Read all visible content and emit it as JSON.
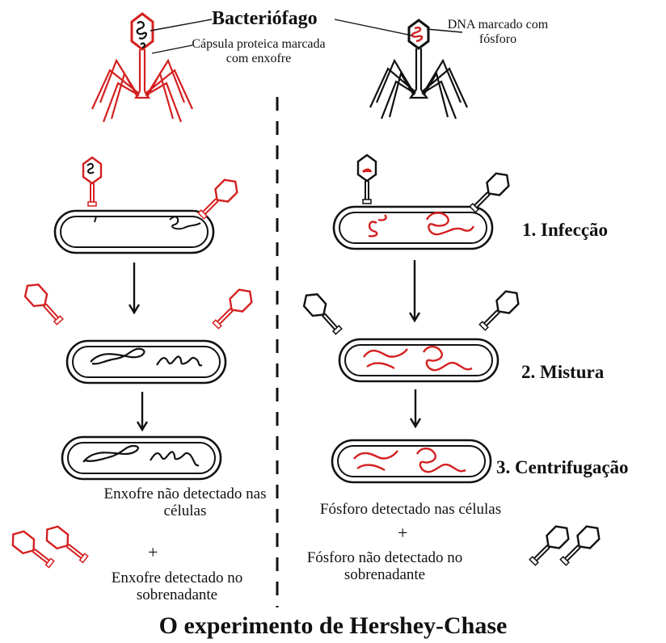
{
  "header": {
    "phage_label": "Bacteriófago",
    "capsule_label": "Cápsula proteica marcada com enxofre",
    "dna_label": "DNA marcado com fósforo"
  },
  "steps": {
    "infection": "1. Infecção",
    "mixing": "2. Mistura",
    "centrifugation": "3. Centrifugação"
  },
  "results_left": {
    "line1": "Enxofre não detectado nas células",
    "plus": "+",
    "line2": "Enxofre detectado no sobrenadante"
  },
  "results_right": {
    "line1": "Fósforo detectado nas células",
    "plus": "+",
    "line2": "Fósforo não detectado no sobrenadante"
  },
  "title": "O experimento de Hershey-Chase",
  "colors": {
    "sulfur_label": "#d42020",
    "phosphorus_label": "#d42020",
    "unlabeled": "#111111"
  }
}
